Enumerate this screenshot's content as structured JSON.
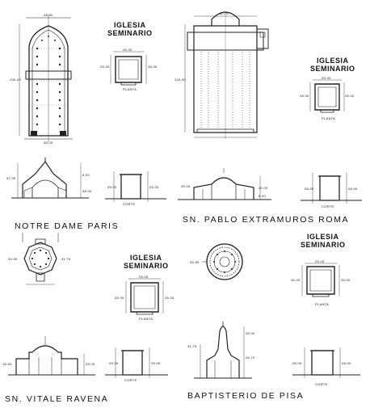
{
  "panels": {
    "notre_dame": {
      "caption": "NOTRE DAME   PARIS",
      "plan_dims": [
        "48.50",
        "130.00",
        "48.00"
      ],
      "section_dims": [
        "47.00",
        "8.00",
        "38.00"
      ]
    },
    "seminario_1": {
      "title_line1": "IGLESIA",
      "title_line2": "SEMINARIO",
      "plan_dims": [
        "26.00",
        "26.00",
        "26.00"
      ],
      "plan_label": "PLANTA",
      "section_dims": [
        "26.00",
        "26.00"
      ],
      "section_label": "CORTE"
    },
    "san_pablo": {
      "caption": "SN. PABLO  EXTRAMUROS   ROMA",
      "plan_dims": [
        "60.00",
        "120.00"
      ],
      "section_dims": [
        "26.00",
        "40.00",
        "8.00"
      ]
    },
    "seminario_2": {
      "title_line1": "IGLESIA",
      "title_line2": "SEMINARIO",
      "plan_dims": [
        "26.00",
        "26.00",
        "26.00"
      ],
      "plan_label": "PLANTA",
      "section_dims": [
        "26.00",
        "26.00"
      ],
      "section_label": "CORTE"
    },
    "san_vitale": {
      "caption": "SN. VITALE  RAVENA",
      "plan_dims": [
        "34.50",
        "31.70"
      ],
      "section_dims": [
        "16.50",
        "28.00"
      ]
    },
    "seminario_3": {
      "title_line1": "IGLESIA",
      "title_line2": "SEMINARIO",
      "plan_dims": [
        "26.00",
        "26.00",
        "26.00"
      ],
      "plan_label": "PLANTA",
      "section_dims": [
        "26.00",
        "26.00"
      ],
      "section_label": "CORTE"
    },
    "pisa": {
      "caption": "BAPTISTERIO  DE  PISA",
      "plan_dims": [
        "34.80"
      ],
      "section_dims": [
        "31.70",
        "35.00",
        "26.70"
      ]
    },
    "seminario_4": {
      "title_line1": "IGLESIA",
      "title_line2": "SEMINARIO",
      "plan_dims": [
        "26.00",
        "26.00",
        "26.00"
      ],
      "plan_label": "PLANTA",
      "section_dims": [
        "26.00",
        "26.00"
      ],
      "section_label": "CORTE"
    }
  }
}
